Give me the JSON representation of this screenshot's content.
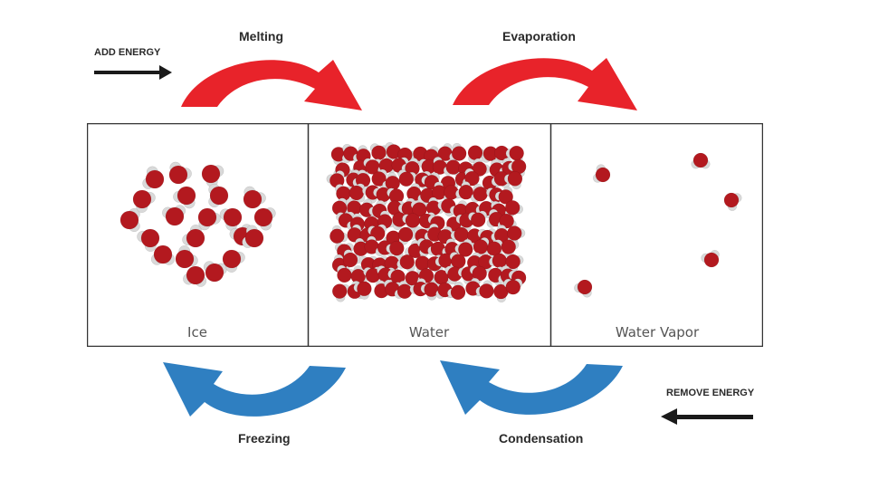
{
  "labels": {
    "add_energy": "ADD ENERGY",
    "remove_energy": "REMOVE ENERGY",
    "melting": "Melting",
    "evaporation": "Evaporation",
    "freezing": "Freezing",
    "condensation": "Condensation"
  },
  "states": [
    {
      "label": "Ice"
    },
    {
      "label": "Water"
    },
    {
      "label": "Water Vapor"
    }
  ],
  "colors": {
    "heat_arrow": "#e8232a",
    "cool_arrow": "#2f7fc1",
    "oxygen": "#b3191f",
    "hydrogen": "#d9d9d9",
    "energy_arrow": "#1a1a1a",
    "border": "#333333"
  }
}
